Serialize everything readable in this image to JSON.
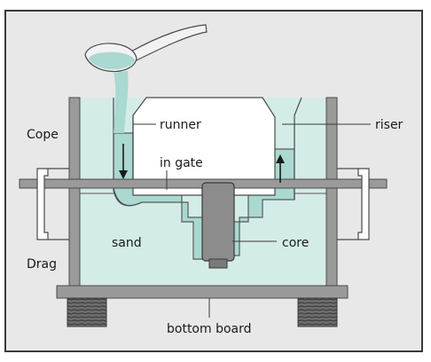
{
  "labels": {
    "cope": "Cope",
    "drag": "Drag",
    "runner": "runner",
    "riser": "riser",
    "in_gate": "in gate",
    "sand": "sand",
    "core": "core",
    "bottom_board": "bottom board"
  },
  "colors": {
    "frame_border": "#3a3a3a",
    "background": "#e8e8e8",
    "sand": "#d4ece8",
    "metal": "#a9d9d0",
    "flask": "#9a9a9a",
    "core": "#8c8c8c",
    "ladle": "#f2f2f2"
  }
}
